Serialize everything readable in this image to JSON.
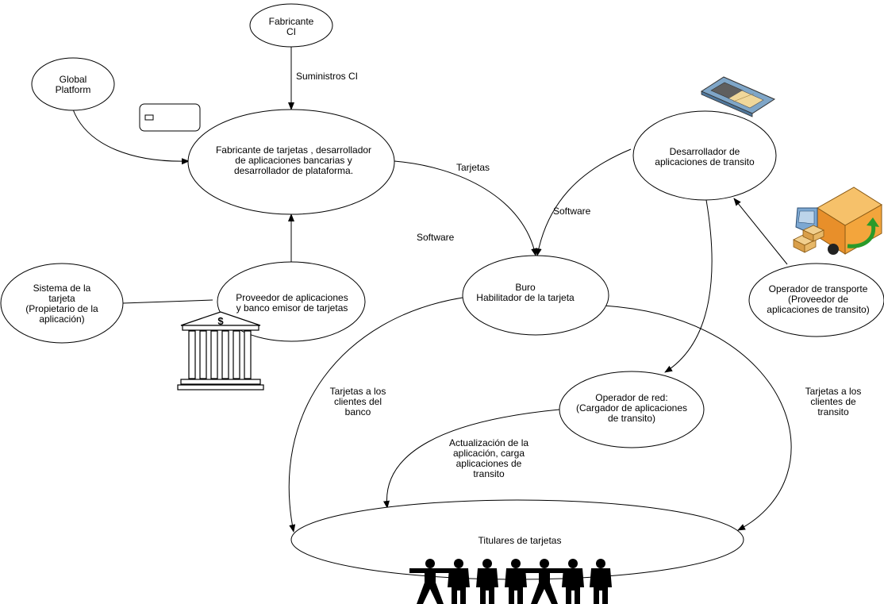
{
  "nodes": {
    "fabricante_ci": [
      "Fabricante",
      "CI"
    ],
    "global_platform": [
      "Global",
      "Platform"
    ],
    "fabricante_tarjetas": [
      "Fabricante de tarjetas , desarrollador",
      "de aplicaciones bancarias y",
      "desarrollador de plataforma."
    ],
    "desarrollador_transito": [
      "Desarrollador de",
      "aplicaciones de transito"
    ],
    "buro": [
      "Buro",
      "Habilitador de la tarjeta"
    ],
    "sistema_tarjeta": [
      "Sistema de la",
      "tarjeta",
      "(Propietario de la",
      "aplicación)"
    ],
    "proveedor_aplicaciones": [
      "Proveedor de aplicaciones",
      "y banco emisor de tarjetas"
    ],
    "operador_transporte": [
      "Operador de transporte",
      "(Proveedor de",
      "aplicaciones de transito)"
    ],
    "operador_red": [
      "Operador de red:",
      "(Cargador de aplicaciones",
      "de transito)"
    ],
    "titulares": [
      "Titulares de tarjetas"
    ]
  },
  "edges": {
    "suministros_ci": [
      "Suministros CI"
    ],
    "tarjetas": [
      "Tarjetas"
    ],
    "software_left": [
      "Software"
    ],
    "software_right": [
      "Software"
    ],
    "tarjetas_banco": [
      "Tarjetas a los",
      "clientes del",
      "banco"
    ],
    "tarjetas_transito": [
      "Tarjetas a los",
      "clientes de",
      "transito"
    ],
    "actualizacion": [
      "Actualización de la",
      "aplicación, carga",
      "aplicaciones de",
      "transito"
    ]
  },
  "icons": [
    "smart-card-icon",
    "bank-icon",
    "chip-card-icon",
    "delivery-truck-icon",
    "people-icon"
  ]
}
